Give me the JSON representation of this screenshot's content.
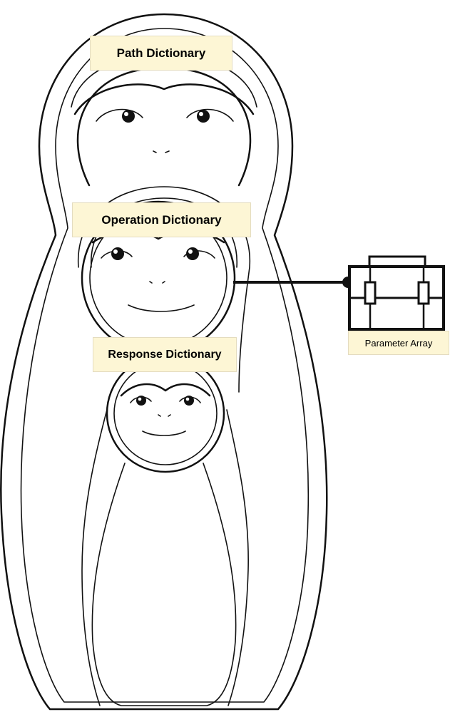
{
  "labels": {
    "path": "Path Dictionary",
    "operation": "Operation Dictionary",
    "response": "Response Dictionary",
    "parameter": "Parameter Array"
  },
  "colors": {
    "label_background": "#fdf6d5",
    "line": "#111111"
  },
  "icons": {
    "parameter": "briefcase-icon"
  }
}
